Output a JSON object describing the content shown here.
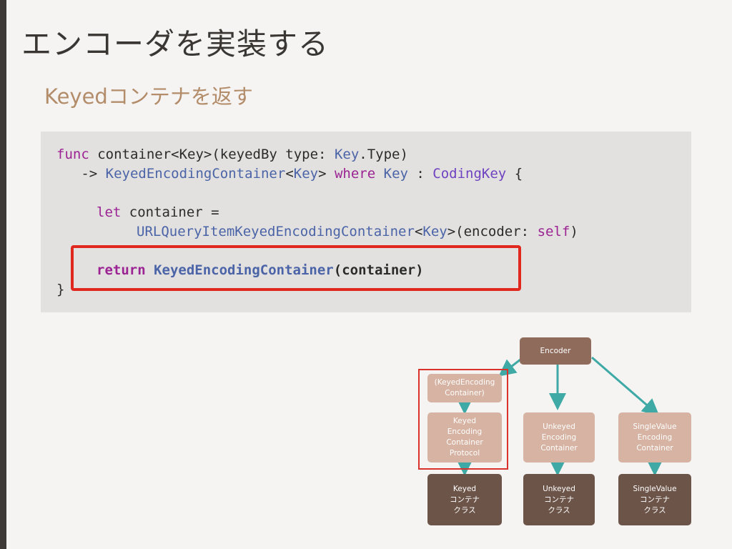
{
  "slide": {
    "title": "エンコーダを実装する",
    "subtitle": "Keyedコンテナを返す"
  },
  "code": {
    "line1": {
      "kw": "func",
      "a": " container<Key>(keyedBy type: ",
      "t1": "Key",
      "b": ".Type)"
    },
    "line2": {
      "a": "   -> ",
      "t1": "KeyedEncodingContainer",
      "b": "<",
      "t2": "Key",
      "c": "> ",
      "kw": "where",
      "d": " ",
      "t3": "Key",
      "e": " : ",
      "t4": "CodingKey",
      "f": " {"
    },
    "line3": {
      "kw": "let",
      "a": " container ="
    },
    "line4": {
      "t1": "URLQueryItemKeyedEncodingContainer",
      "a": "<",
      "t2": "Key",
      "b": ">(encoder: ",
      "kw": "self",
      "c": ")"
    },
    "line5": {
      "kw": "return",
      "t1": "KeyedEncodingContainer",
      "a": "(container)"
    },
    "line6": "}"
  },
  "diagram": {
    "encoder": "Encoder",
    "keyed_encoding_container": "(KeyedEncoding\nContainer)",
    "keyed_protocol": "Keyed\nEncoding\nContainer\nProtocol",
    "unkeyed": "Unkeyed\nEncoding\nContainer",
    "single_value": "SingleValue\nEncoding\nContainer",
    "keyed_class": "Keyed\nコンテナ\nクラス",
    "unkeyed_class": "Unkeyed\nコンテナ\nクラス",
    "single_value_class": "SingleValue\nコンテナ\nクラス",
    "arrow_color": "#3ea9a5"
  }
}
